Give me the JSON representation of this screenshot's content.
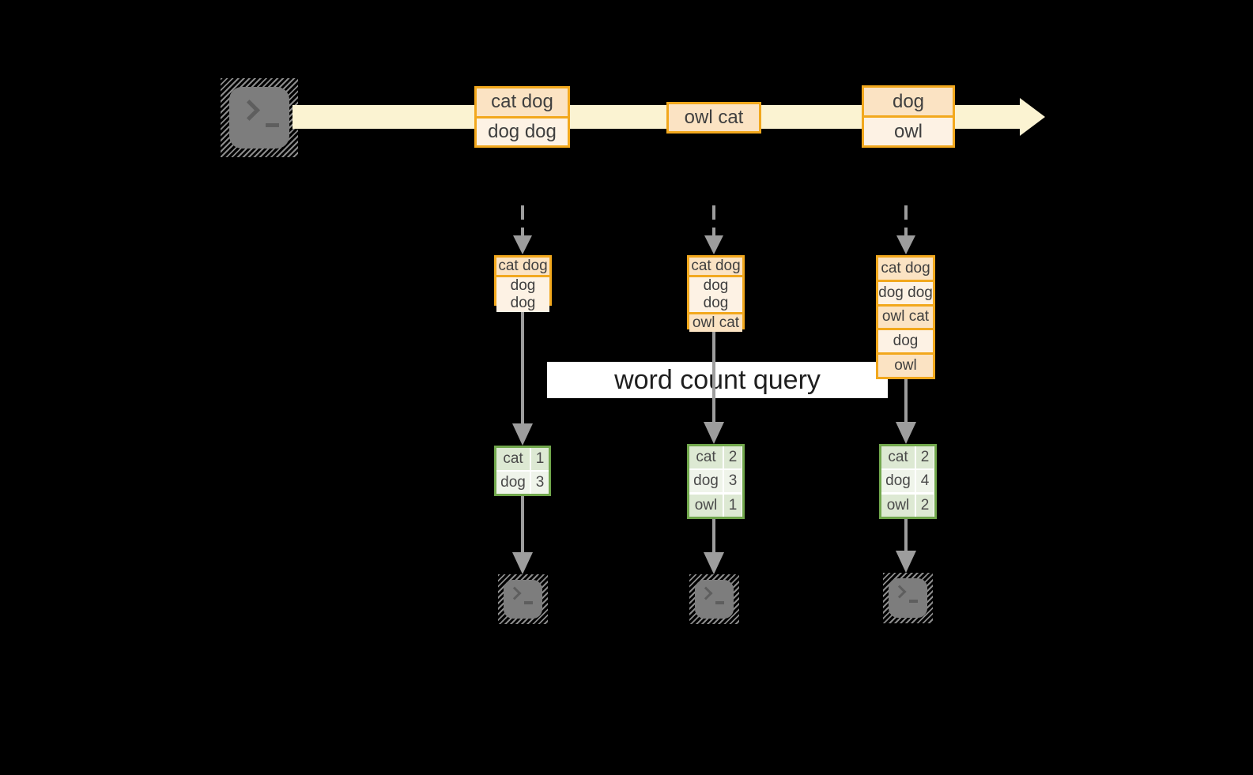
{
  "diagram": {
    "stream_events": [
      {
        "rows": [
          "cat dog",
          "dog dog"
        ]
      },
      {
        "rows": [
          "owl cat"
        ]
      },
      {
        "rows": [
          "dog",
          "owl"
        ]
      }
    ],
    "buffers": [
      {
        "rows": [
          "cat dog",
          "dog dog"
        ]
      },
      {
        "rows": [
          "cat dog",
          "dog dog",
          "owl cat"
        ]
      },
      {
        "rows": [
          "cat dog",
          "dog dog",
          "owl cat",
          "dog",
          "owl"
        ]
      }
    ],
    "query_label": "word count query",
    "count_tables": [
      {
        "rows": [
          {
            "word": "cat",
            "count": "1"
          },
          {
            "word": "dog",
            "count": "3"
          }
        ]
      },
      {
        "rows": [
          {
            "word": "cat",
            "count": "2"
          },
          {
            "word": "dog",
            "count": "3"
          },
          {
            "word": "owl",
            "count": "1"
          }
        ]
      },
      {
        "rows": [
          {
            "word": "cat",
            "count": "2"
          },
          {
            "word": "dog",
            "count": "4"
          },
          {
            "word": "owl",
            "count": "2"
          }
        ]
      }
    ],
    "icons": {
      "source": "terminal-icon",
      "sinks": [
        "terminal-icon",
        "terminal-icon",
        "terminal-icon"
      ]
    },
    "colors": {
      "background": "#000000",
      "stream_band": "#fbf3d2",
      "event_border": "#f2a81d",
      "event_fill_dark": "#fbe3c3",
      "event_fill_light": "#fdf2e4",
      "table_border": "#71a74c",
      "table_fill_dark": "#dde9d3",
      "table_fill_light": "#eff4ea",
      "arrow_gray": "#9d9d9d",
      "terminal_gray": "#7d7d7d",
      "label_bg": "#ffffff",
      "label_text": "#1f1f1f"
    }
  }
}
